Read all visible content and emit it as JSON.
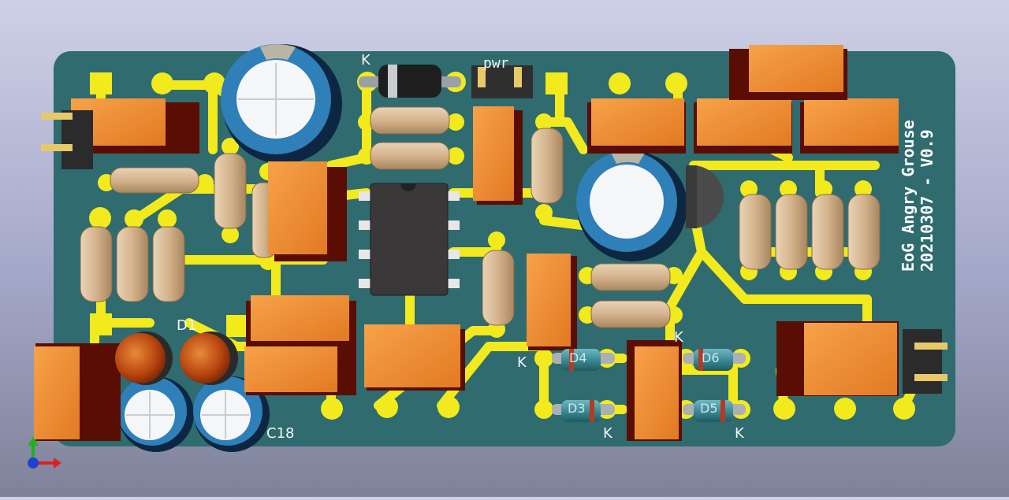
{
  "board": {
    "title_line1": "EoG Angry Grouse",
    "title_line2": "20210307 - V0.9"
  },
  "labels": {
    "pwr": "pwr",
    "k_top": "K",
    "d1": "D1",
    "c18": "C18",
    "k_mid_left": "K",
    "k_mid_right": "K",
    "k_bot_left": "K",
    "k_bot_right": "K",
    "d3": "D3",
    "d4": "D4",
    "d5": "D5",
    "d6": "D6"
  },
  "colors": {
    "background_top": "#cdd0e6",
    "background_bottom": "#7e8299",
    "pcb": "#2f6b6f",
    "copper": "#f2ea1c",
    "resistor": "#d7b894",
    "film_capacitor": "#f08a2c",
    "electrolytic": "#2f7fb8",
    "led": "#c85a16",
    "diode": "#3d8c97",
    "ic": "#3a3838",
    "transistor": "#4b4b4b"
  },
  "axes_icon": [
    "x-axis-arrow",
    "y-axis-arrow",
    "origin-dot"
  ]
}
